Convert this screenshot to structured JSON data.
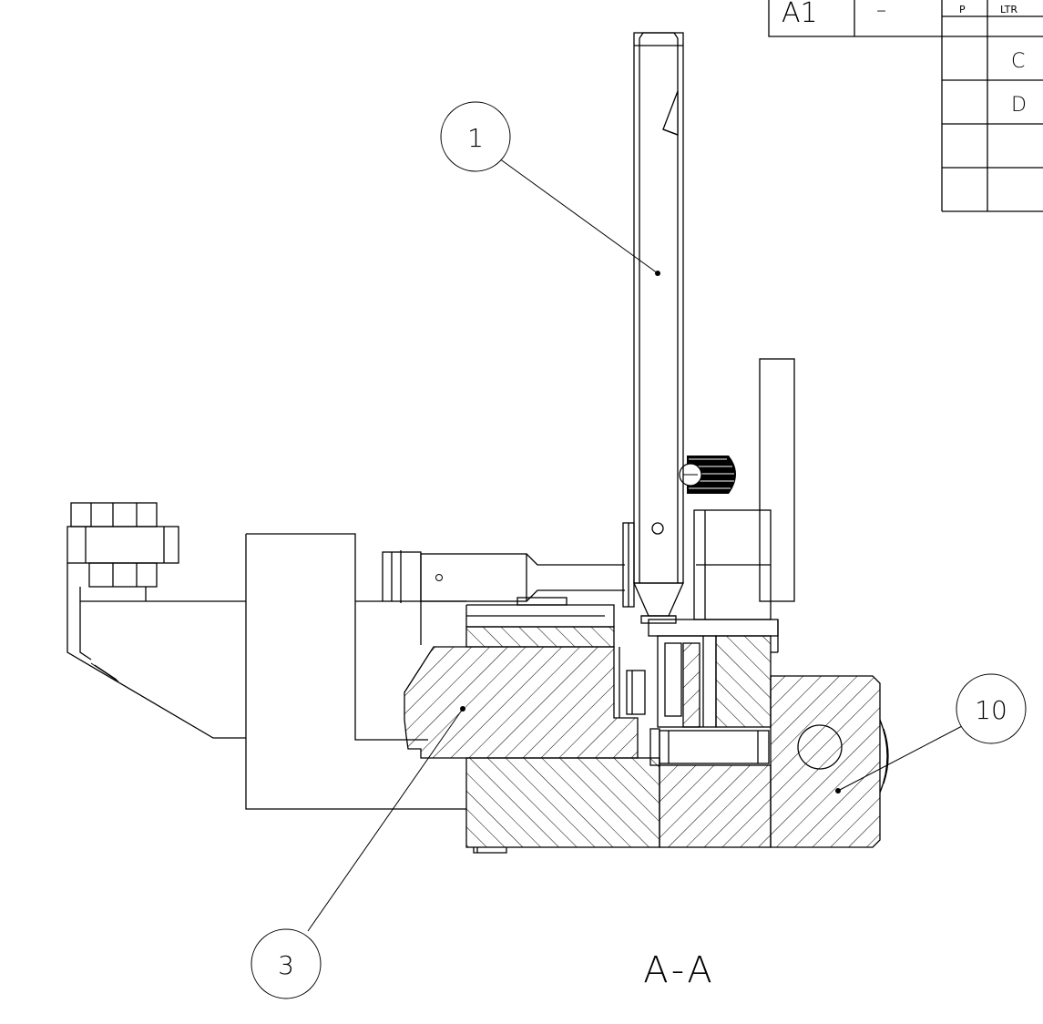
{
  "drawing": {
    "view_label": "A-A",
    "balloons": [
      {
        "id": "balloon-1",
        "label": "1"
      },
      {
        "id": "balloon-3",
        "label": "3"
      },
      {
        "id": "balloon-10",
        "label": "10"
      }
    ]
  },
  "title_table": {
    "cell_a": "A1",
    "cell_dash": "–",
    "col_p": "P",
    "col_ltr": "LTR",
    "rows": [
      "C",
      "D",
      "",
      ""
    ]
  }
}
